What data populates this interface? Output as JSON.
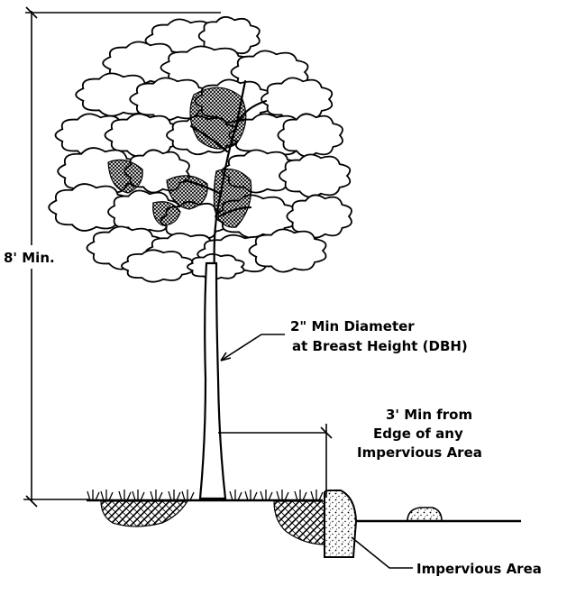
{
  "diagram": {
    "height_label": "8' Min.",
    "dbh_label_line1": "2\" Min Diameter",
    "dbh_label_line2": "at Breast Height (DBH)",
    "offset_label_line1": "3' Min from",
    "offset_label_line2": "Edge of any",
    "offset_label_line3": "Impervious Area",
    "impervious_label": "Impervious Area"
  }
}
